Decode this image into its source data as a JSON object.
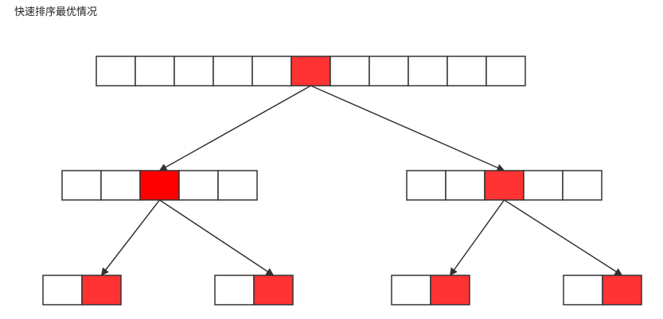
{
  "title": "快速排序最优情况",
  "colors": {
    "cell_fill": "#ffffff",
    "cell_stroke": "#333333",
    "pivot_fill": "#ff3333",
    "pivot_fill_mid_left": "#ff0000",
    "arrow": "#333333"
  },
  "arrays": [
    {
      "id": "root",
      "cell_count": 11,
      "pivot_index": 5
    },
    {
      "id": "mid-left",
      "cell_count": 5,
      "pivot_index": 2
    },
    {
      "id": "mid-right",
      "cell_count": 5,
      "pivot_index": 2
    },
    {
      "id": "leaf-1",
      "cell_count": 2,
      "pivot_index": 1
    },
    {
      "id": "leaf-2",
      "cell_count": 2,
      "pivot_index": 1
    },
    {
      "id": "leaf-3",
      "cell_count": 2,
      "pivot_index": 1
    },
    {
      "id": "leaf-4",
      "cell_count": 2,
      "pivot_index": 1
    }
  ],
  "edges": [
    {
      "from": "root",
      "to": "mid-left"
    },
    {
      "from": "root",
      "to": "mid-right"
    },
    {
      "from": "mid-left",
      "to": "leaf-1"
    },
    {
      "from": "mid-left",
      "to": "leaf-2"
    },
    {
      "from": "mid-right",
      "to": "leaf-3"
    },
    {
      "from": "mid-right",
      "to": "leaf-4"
    }
  ]
}
